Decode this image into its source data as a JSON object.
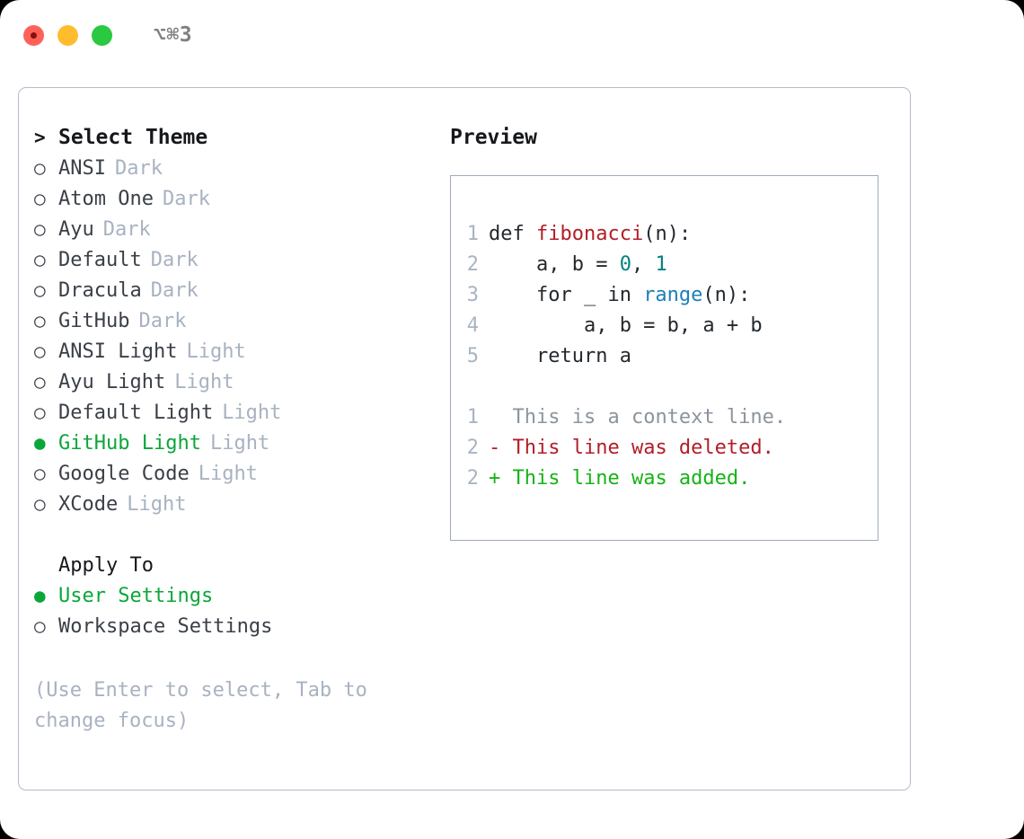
{
  "titlebar": {
    "shortcut": "⌥⌘3",
    "lights": [
      "close",
      "minimize",
      "zoom"
    ]
  },
  "theme_panel": {
    "header_prompt": ">",
    "header_label": "Select Theme",
    "bullet_unselected": "○",
    "bullet_selected": "●",
    "items": [
      {
        "bullet": "○",
        "name": "ANSI",
        "tag": "Dark",
        "selected": false
      },
      {
        "bullet": "○",
        "name": "Atom One",
        "tag": "Dark",
        "selected": false
      },
      {
        "bullet": "○",
        "name": "Ayu",
        "tag": "Dark",
        "selected": false
      },
      {
        "bullet": "○",
        "name": "Default",
        "tag": "Dark",
        "selected": false
      },
      {
        "bullet": "○",
        "name": "Dracula",
        "tag": "Dark",
        "selected": false
      },
      {
        "bullet": "○",
        "name": "GitHub",
        "tag": "Dark",
        "selected": false
      },
      {
        "bullet": "○",
        "name": "ANSI Light",
        "tag": "Light",
        "selected": false
      },
      {
        "bullet": "○",
        "name": "Ayu Light",
        "tag": "Light",
        "selected": false
      },
      {
        "bullet": "○",
        "name": "Default Light",
        "tag": "Light",
        "selected": false
      },
      {
        "bullet": "●",
        "name": "GitHub Light",
        "tag": "Light",
        "selected": true
      },
      {
        "bullet": "○",
        "name": "Google Code",
        "tag": "Light",
        "selected": false
      },
      {
        "bullet": "○",
        "name": "XCode",
        "tag": "Light",
        "selected": false
      }
    ]
  },
  "apply_to": {
    "header_label": "Apply To",
    "options": [
      {
        "bullet": "●",
        "label": "User Settings",
        "selected": true
      },
      {
        "bullet": "○",
        "label": "Workspace Settings",
        "selected": false
      }
    ]
  },
  "hint": {
    "text": "(Use Enter to select, Tab to change focus)"
  },
  "preview": {
    "heading": "Preview",
    "code_lines": [
      {
        "lineno": "1",
        "tokens": [
          {
            "text": "def ",
            "type": "kw"
          },
          {
            "text": "fibonacci",
            "type": "fn"
          },
          {
            "text": "(n):",
            "type": "plain"
          }
        ]
      },
      {
        "lineno": "2",
        "tokens": [
          {
            "text": "    a, b = ",
            "type": "plain"
          },
          {
            "text": "0",
            "type": "num"
          },
          {
            "text": ", ",
            "type": "plain"
          },
          {
            "text": "1",
            "type": "num"
          }
        ]
      },
      {
        "lineno": "3",
        "tokens": [
          {
            "text": "    for _ in ",
            "type": "kw"
          },
          {
            "text": "range",
            "type": "call"
          },
          {
            "text": "(n):",
            "type": "plain"
          }
        ]
      },
      {
        "lineno": "4",
        "tokens": [
          {
            "text": "        a, b = b, a + b",
            "type": "plain"
          }
        ]
      },
      {
        "lineno": "5",
        "tokens": [
          {
            "text": "    return a",
            "type": "kw"
          }
        ]
      }
    ],
    "diff_lines": [
      {
        "lineno": "1",
        "marker": " ",
        "text": "This is a context line.",
        "kind": "context"
      },
      {
        "lineno": "2",
        "marker": "-",
        "text": "This line was deleted.",
        "kind": "del"
      },
      {
        "lineno": "2",
        "marker": "+",
        "text": "This line was added.",
        "kind": "add"
      }
    ]
  },
  "colors": {
    "accent_green": "#0ba639",
    "diff_add": "#16b316",
    "diff_del": "#b31d28",
    "muted": "#a8b2c1",
    "border": "#b3bcc9",
    "token_function": "#b31d28",
    "token_number": "#008080",
    "token_call": "#1b7fb8"
  }
}
